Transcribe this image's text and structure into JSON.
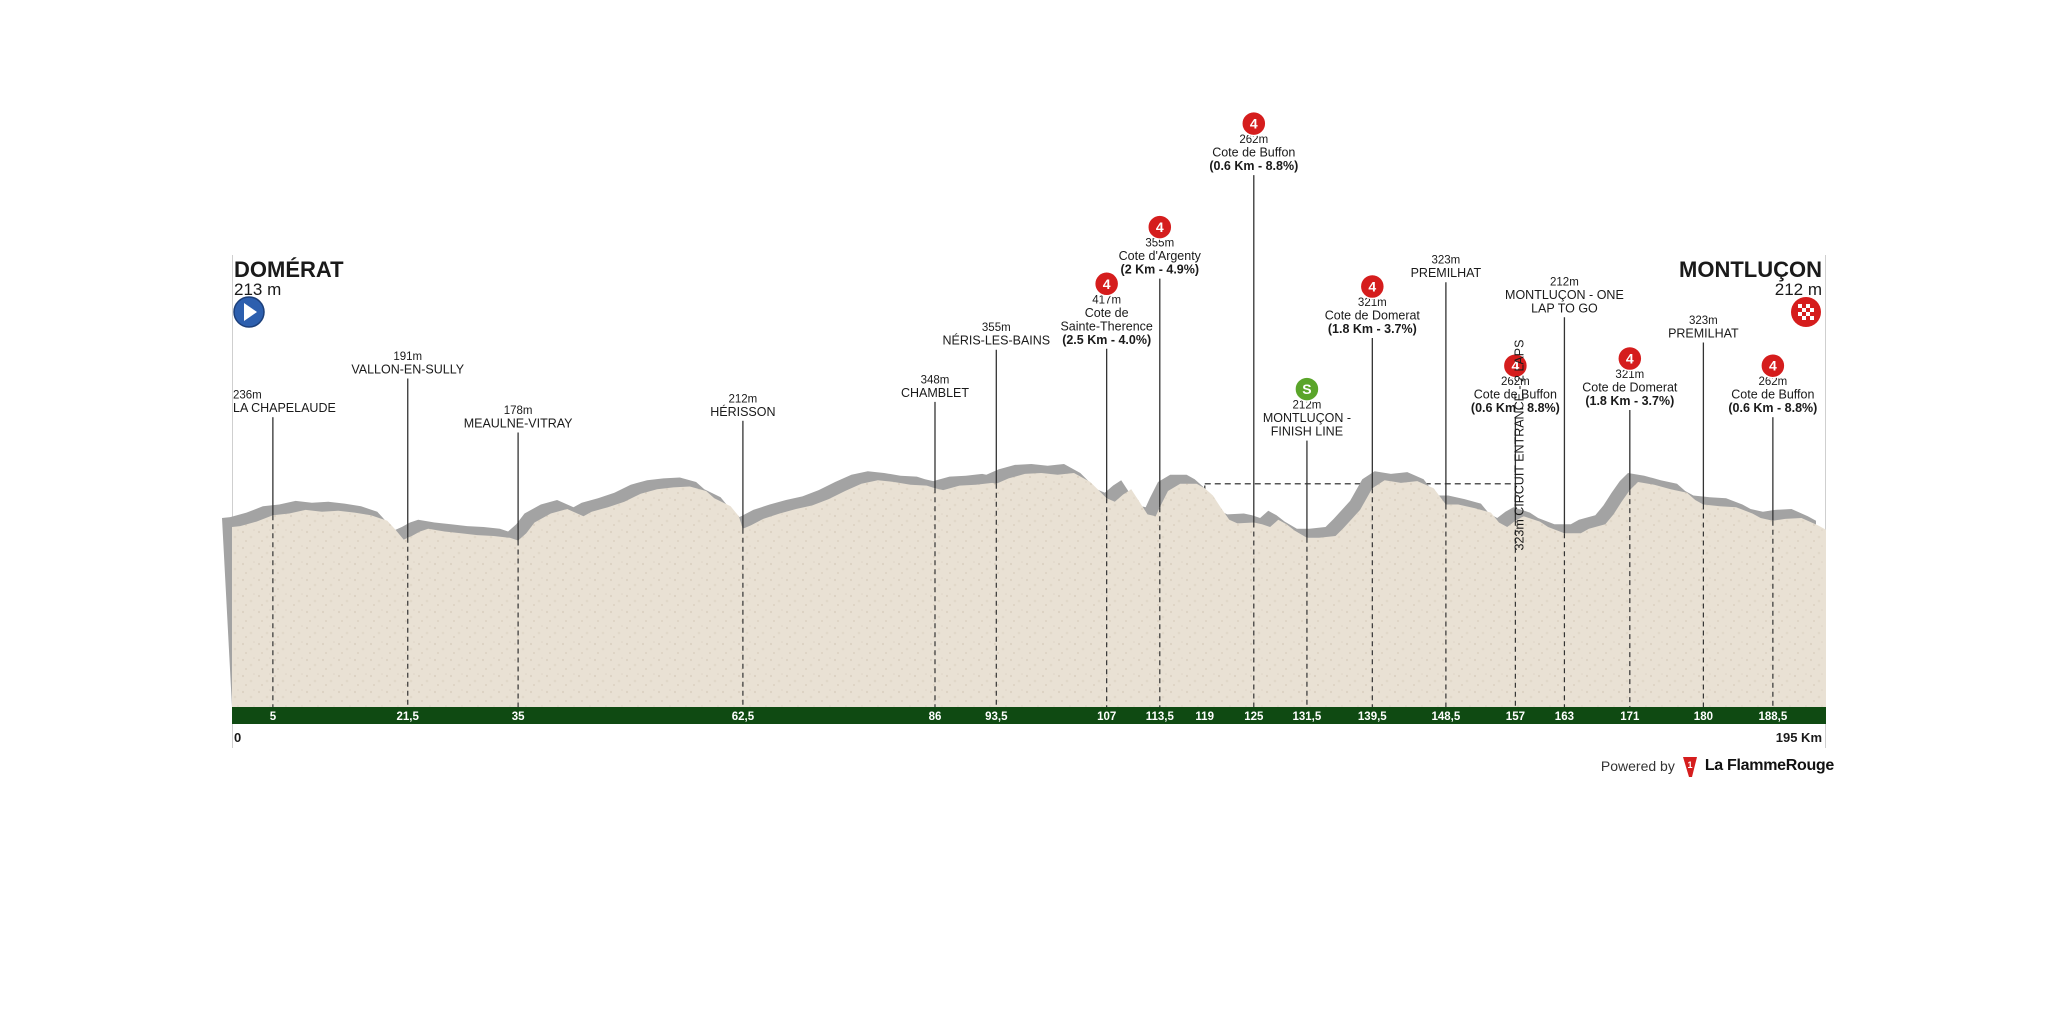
{
  "start": {
    "name": "DOMÉRAT",
    "altitude": "213 m"
  },
  "finish": {
    "name": "MONTLUÇON",
    "altitude": "212 m"
  },
  "credit": {
    "powered": "Powered by",
    "brand": "La FlammeRouge"
  },
  "colors": {
    "terrain": "#e9e1d4",
    "shadow": "#9c9c9c",
    "kmbar": "#0f4a12",
    "kom": "#d51d1d",
    "sprint": "#5aa52a",
    "start": "#2d5fae"
  },
  "chart_data": {
    "type": "area",
    "title": "",
    "xlabel": "",
    "ylabel": "",
    "x_start_label": "0",
    "x_end_label": "195 Km",
    "xlim": [
      0,
      195
    ],
    "ylim": [
      0,
      500
    ],
    "grid": false,
    "profile": [
      [
        0,
        200
      ],
      [
        1,
        201
      ],
      [
        3,
        206
      ],
      [
        5,
        213
      ],
      [
        7,
        215
      ],
      [
        9,
        219
      ],
      [
        11,
        217
      ],
      [
        13,
        218
      ],
      [
        15,
        216
      ],
      [
        17,
        213
      ],
      [
        19,
        207
      ],
      [
        20,
        197
      ],
      [
        21,
        186
      ],
      [
        22,
        190
      ],
      [
        23,
        195
      ],
      [
        24,
        198
      ],
      [
        26,
        195
      ],
      [
        28,
        193
      ],
      [
        30,
        191
      ],
      [
        32,
        190
      ],
      [
        34,
        188
      ],
      [
        35,
        185
      ],
      [
        36,
        193
      ],
      [
        37,
        205
      ],
      [
        39,
        215
      ],
      [
        41,
        220
      ],
      [
        43,
        212
      ],
      [
        44,
        217
      ],
      [
        46,
        222
      ],
      [
        48,
        228
      ],
      [
        50,
        237
      ],
      [
        52,
        242
      ],
      [
        54,
        244
      ],
      [
        56,
        245
      ],
      [
        58,
        240
      ],
      [
        59,
        232
      ],
      [
        61,
        223
      ],
      [
        62,
        212
      ],
      [
        62.5,
        198
      ],
      [
        63.5,
        202
      ],
      [
        65,
        209
      ],
      [
        67,
        215
      ],
      [
        69,
        220
      ],
      [
        71,
        224
      ],
      [
        73,
        231
      ],
      [
        75,
        240
      ],
      [
        77,
        248
      ],
      [
        79,
        252
      ],
      [
        81,
        250
      ],
      [
        83,
        247
      ],
      [
        85,
        246
      ],
      [
        86,
        243
      ],
      [
        87,
        241
      ],
      [
        89,
        246
      ],
      [
        91,
        247
      ],
      [
        93,
        249
      ],
      [
        93.5,
        248
      ],
      [
        95,
        254
      ],
      [
        97,
        259
      ],
      [
        99,
        260
      ],
      [
        101,
        258
      ],
      [
        103,
        260
      ],
      [
        105,
        250
      ],
      [
        107,
        232
      ],
      [
        108,
        228
      ],
      [
        109,
        236
      ],
      [
        110,
        242
      ],
      [
        111,
        228
      ],
      [
        112,
        214
      ],
      [
        113,
        212
      ],
      [
        113.5,
        222
      ],
      [
        114.5,
        240
      ],
      [
        116,
        248
      ],
      [
        118,
        248
      ],
      [
        119,
        243
      ],
      [
        120,
        235
      ],
      [
        121,
        221
      ],
      [
        122,
        208
      ],
      [
        123,
        204
      ],
      [
        125,
        205
      ],
      [
        126,
        203
      ],
      [
        127,
        200
      ],
      [
        128,
        208
      ],
      [
        129,
        203
      ],
      [
        130,
        196
      ],
      [
        131.5,
        188
      ],
      [
        133,
        188
      ],
      [
        135,
        190
      ],
      [
        136,
        199
      ],
      [
        138,
        219
      ],
      [
        139.5,
        243
      ],
      [
        141,
        252
      ],
      [
        143,
        249
      ],
      [
        145,
        251
      ],
      [
        147,
        243
      ],
      [
        148.5,
        225
      ],
      [
        150,
        225
      ],
      [
        152,
        221
      ],
      [
        154,
        216
      ],
      [
        155,
        205
      ],
      [
        156,
        200
      ],
      [
        157,
        207
      ],
      [
        158,
        212
      ],
      [
        160,
        206
      ],
      [
        161,
        200
      ],
      [
        163,
        193
      ],
      [
        165,
        193
      ],
      [
        166,
        198
      ],
      [
        168,
        203
      ],
      [
        169,
        214
      ],
      [
        170,
        228
      ],
      [
        171,
        241
      ],
      [
        172,
        250
      ],
      [
        174,
        247
      ],
      [
        176,
        242
      ],
      [
        178,
        238
      ],
      [
        179,
        230
      ],
      [
        180,
        225
      ],
      [
        182,
        223
      ],
      [
        184,
        222
      ],
      [
        186,
        215
      ],
      [
        187,
        210
      ],
      [
        188.5,
        207
      ],
      [
        190,
        209
      ],
      [
        192,
        210
      ],
      [
        194,
        202
      ],
      [
        195,
        197
      ]
    ],
    "km_ticks": [
      "5",
      "21,5",
      "35",
      "62,5",
      "86",
      "93,5",
      "107",
      "113,5",
      "119",
      "125",
      "131,5",
      "139,5",
      "148,5",
      "157",
      "163",
      "171",
      "180",
      "188,5"
    ],
    "km_tick_values": [
      5,
      21.5,
      35,
      62.5,
      86,
      93.5,
      107,
      113.5,
      119,
      125,
      131.5,
      139.5,
      148.5,
      157,
      163,
      171,
      180,
      188.5
    ],
    "points": [
      {
        "km": 5,
        "lines": [
          "236m",
          "LA CHAPELAUDE"
        ],
        "top_alt": 322,
        "align": "start"
      },
      {
        "km": 21.5,
        "lines": [
          "191m",
          "VALLON-EN-SULLY"
        ],
        "top_alt": 365
      },
      {
        "km": 35,
        "lines": [
          "178m",
          "MEAULNE-VITRAY"
        ],
        "top_alt": 305
      },
      {
        "km": 62.5,
        "lines": [
          "212m",
          "HÉRISSON"
        ],
        "top_alt": 318
      },
      {
        "km": 86,
        "lines": [
          "348m",
          "CHAMBLET"
        ],
        "top_alt": 339
      },
      {
        "km": 93.5,
        "lines": [
          "355m",
          "NÉRIS-LES-BAINS"
        ],
        "top_alt": 397
      },
      {
        "km": 107,
        "lines": [
          "417m",
          "Cote de",
          "Sainte-Therence",
          "(2.5 Km - 4.0%)"
        ],
        "top_alt": 398,
        "bold_last": true,
        "kom": "4"
      },
      {
        "km": 113.5,
        "lines": [
          "355m",
          "Cote d'Argenty",
          "(2 Km - 4.9%)"
        ],
        "top_alt": 476,
        "bold_last": true,
        "kom": "4"
      },
      {
        "km": 125,
        "lines": [
          "262m",
          "Cote de Buffon",
          "(0.6 Km - 8.8%)"
        ],
        "top_alt": 591,
        "bold_last": true,
        "kom": "4"
      },
      {
        "km": 131.5,
        "lines": [
          "212m",
          "MONTLUÇON -",
          "FINISH LINE"
        ],
        "top_alt": 296,
        "sprint": "S"
      },
      {
        "km": 139.5,
        "lines": [
          "321m",
          "Cote de Domerat",
          "(1.8 Km - 3.7%)"
        ],
        "top_alt": 410,
        "bold_last": true,
        "kom": "4"
      },
      {
        "km": 148.5,
        "lines": [
          "323m",
          "PREMILHAT"
        ],
        "top_alt": 472
      },
      {
        "km": 157,
        "lines": [
          "262m",
          "Cote de Buffon",
          "(0.6 Km - 8.8%)"
        ],
        "top_alt": 322,
        "bold_last": true,
        "kom": "4"
      },
      {
        "km": 163,
        "lines": [
          "212m",
          "MONTLUÇON - ONE",
          "LAP TO GO"
        ],
        "top_alt": 433
      },
      {
        "km": 171,
        "lines": [
          "321m",
          "Cote de Domerat",
          "(1.8 Km - 3.7%)"
        ],
        "top_alt": 330,
        "bold_last": true,
        "kom": "4"
      },
      {
        "km": 180,
        "lines": [
          "323m",
          "PREMILHAT"
        ],
        "top_alt": 405
      },
      {
        "km": 188.5,
        "lines": [
          "262m",
          "Cote de Buffon",
          "(0.6 Km - 8.8%)"
        ],
        "top_alt": 322,
        "bold_last": true,
        "kom": "4"
      }
    ],
    "circuit": {
      "km_start": 119,
      "km_end": 157,
      "label": "323m CIRCUIT ENTRANCE - 2 LAPS"
    }
  }
}
